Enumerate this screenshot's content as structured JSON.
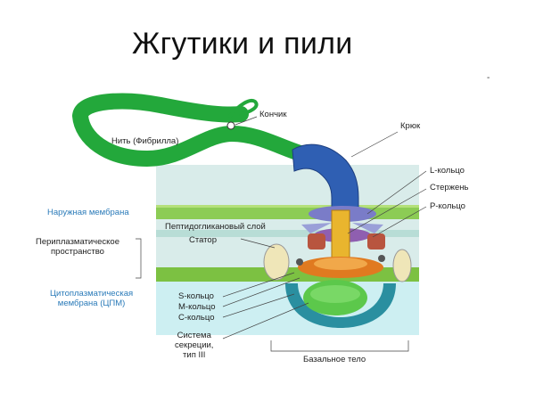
{
  "title": "Жгутики и пили",
  "corner_mark": "-",
  "labels": {
    "tip": "Кончик",
    "filament": "Нить (Фибрилла)",
    "hook": "Крюк",
    "l_ring": "L-кольцо",
    "rod": "Стержень",
    "p_ring": "P-кольцо",
    "outer_membrane": "Наружная мембрана",
    "peptidoglycan": "Пептидогликановый слой",
    "periplasm": "Периплазматическое\nпространство",
    "stator": "Статор",
    "cytoplasmic_membrane": "Цитоплазматическая\nмембрана (ЦПМ)",
    "s_ring": "S-кольцо",
    "m_ring": "М-кольцо",
    "c_ring": "С-кольцо",
    "secretion": "Система\nсекреции,\nтип III",
    "basal_body": "Базальное тело"
  },
  "colors": {
    "filament": "#23a83b",
    "hook": "#2f5fb3",
    "membrane": "#7cc142",
    "periplasm_bg": "#d6ece9",
    "cytoplasm": "#c8f0f1",
    "c_ring": "#2a8fa0",
    "rod": "#e0a020",
    "label_blue": "#2b7bb9"
  }
}
